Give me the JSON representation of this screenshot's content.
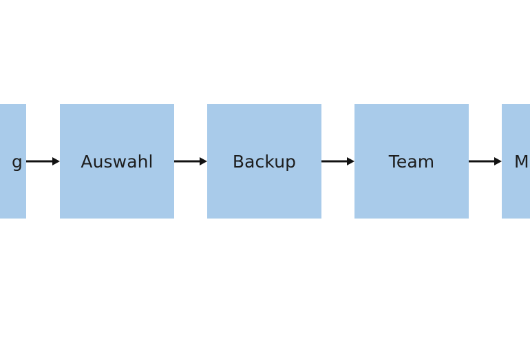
{
  "diagram": {
    "type": "flowchart",
    "direction": "left-to-right",
    "box_color": "#a9cbea",
    "arrow_color": "#111111",
    "nodes": [
      {
        "id": "n1",
        "label": "g"
      },
      {
        "id": "n2",
        "label": "Auswahl"
      },
      {
        "id": "n3",
        "label": "Backup"
      },
      {
        "id": "n4",
        "label": "Team"
      },
      {
        "id": "n5",
        "label": "M"
      }
    ],
    "edges": [
      {
        "from": "n1",
        "to": "n2"
      },
      {
        "from": "n2",
        "to": "n3"
      },
      {
        "from": "n3",
        "to": "n4"
      },
      {
        "from": "n4",
        "to": "n5"
      }
    ]
  }
}
